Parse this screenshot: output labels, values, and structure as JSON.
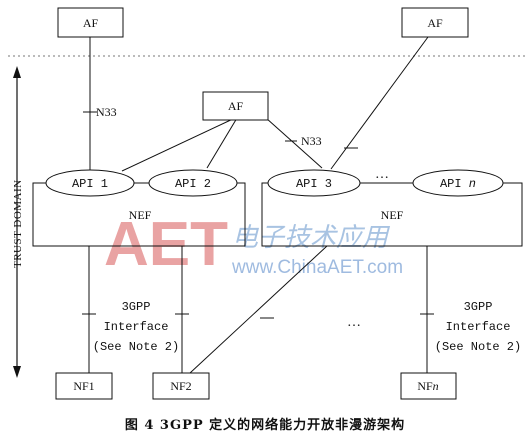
{
  "nodes": {
    "af_top_left": "AF",
    "af_middle": "AF",
    "af_top_right": "AF",
    "api1": "API 1",
    "api2": "API 2",
    "api3": "API 3",
    "apin_prefix": "API ",
    "apin_suffix": "n",
    "nef_left": "NEF",
    "nef_right": "NEF",
    "nf1": "NF1",
    "nf2": "NF2",
    "nfn_prefix": "NF",
    "nfn_suffix": "n"
  },
  "labels": {
    "n33_left": "N33",
    "n33_middle": "N33",
    "ellipsis_top": "…",
    "ellipsis_bottom": "…",
    "trust_domain": "TRUST DOMAIN",
    "iface_left_line1": "3GPP",
    "iface_left_line2": "Interface",
    "iface_left_line3": "(See Note 2)",
    "iface_right_line1": "3GPP",
    "iface_right_line2": "Interface",
    "iface_right_line3": "(See Note 2)"
  },
  "watermark": {
    "brand": "AET",
    "chinese": "电子技术应用",
    "url": "www.ChinaAET.com"
  },
  "caption": "图 4   3GPP 定义的网络能力开放非漫游架构"
}
